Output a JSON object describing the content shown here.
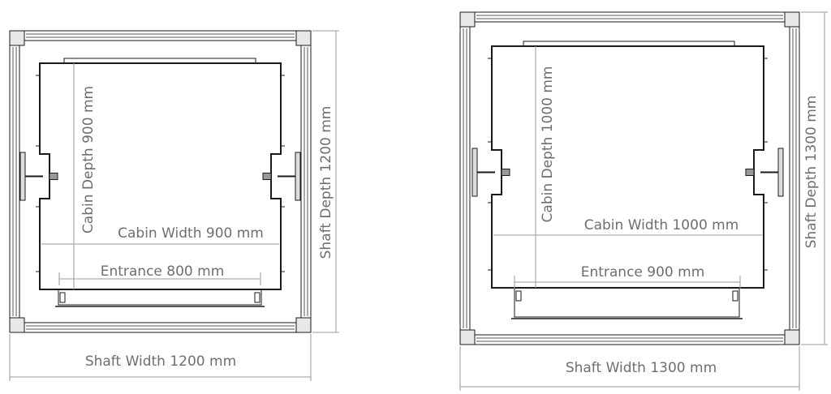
{
  "plans": [
    {
      "cabin_depth": "Cabin Depth 900 mm",
      "cabin_width": "Cabin Width 900 mm",
      "entrance": "Entrance 800 mm",
      "shaft_width": "Shaft Width 1200 mm",
      "shaft_depth": "Shaft Depth 1200 mm"
    },
    {
      "cabin_depth": "Cabin Depth 1000 mm",
      "cabin_width": "Cabin Width 1000 mm",
      "entrance": "Entrance 900 mm",
      "shaft_width": "Shaft Width 1300 mm",
      "shaft_depth": "Shaft Depth 1300 mm"
    }
  ],
  "colors": {
    "line": "#1a1a1a",
    "dim": "#9a9a9a",
    "text": "#6e6e6e"
  }
}
